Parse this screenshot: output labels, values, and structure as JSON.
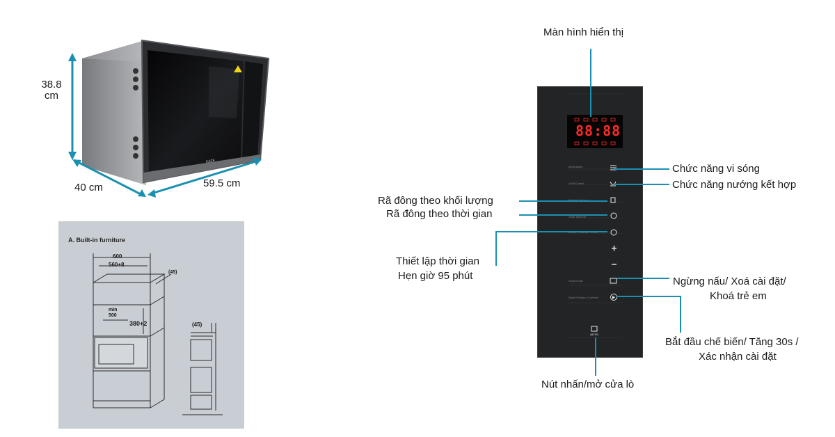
{
  "oven_dimensions": {
    "height": "38.8\ncm",
    "depth": "40 cm",
    "width": "59.5 cm",
    "brand": "KAFF"
  },
  "installation_drawing": {
    "title": "A. Built-in furniture",
    "dim_600": "600",
    "dim_560": "560+8",
    "dim_45_top": "(45)",
    "dim_min500": "min\n500",
    "dim_380": "380+2",
    "dim_45_side": "(45)"
  },
  "control_panel": {
    "display_digits": "88:88",
    "row_labels": {
      "microwave": "Microwave",
      "grill_combi": "Grill/Combi",
      "weight_defrost": "Weight Defrost",
      "time_defrost": "Time Defrost",
      "clock_timer": "Clock / Kitchen Timer",
      "stop_clear": "Stop/Clear",
      "start_confirm": "Start/+30sec./Confirm",
      "auto": "AUTO"
    }
  },
  "callouts": {
    "display": "Màn hình hiển thị",
    "microwave": "Chức năng vi sóng",
    "grill_combi": "Chức năng nướng kết hợp",
    "weight_defrost": "Rã đông theo khối lượng",
    "time_defrost": "Rã đông theo thời gian",
    "clock_line1": "Thiết lập thời gian",
    "clock_line2": "Hẹn giờ 95 phút",
    "stop_line1": "Ngừng nấu/ Xoá cài đặt/",
    "stop_line2": "Khoá trẻ em",
    "start_line1": "Bắt đầu chế biến/ Tăng 30s /",
    "start_line2": "Xác nhận cài đặt",
    "door": "Nút nhấn/mở cửa lò"
  },
  "colors": {
    "callout_line": "#1a8fb0",
    "dimension_arrow": "#1a8fb0",
    "panel_bg": "#232425",
    "display_red": "#ff2a2a"
  }
}
